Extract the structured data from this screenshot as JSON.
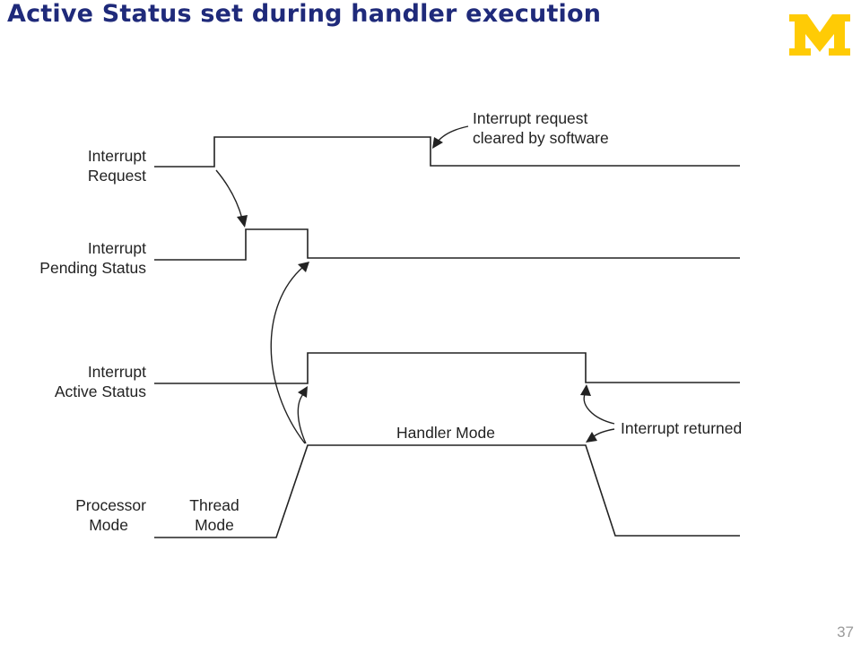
{
  "header": {
    "title": "Active Status set during handler execution",
    "logo_letter": "M",
    "logo_color": "#ffcb05"
  },
  "diagram": {
    "signals": [
      {
        "id": "irq",
        "label_line1": "Interrupt",
        "label_line2": "Request"
      },
      {
        "id": "pending",
        "label_line1": "Interrupt",
        "label_line2": "Pending Status"
      },
      {
        "id": "active",
        "label_line1": "Interrupt",
        "label_line2": "Active Status"
      },
      {
        "id": "mode",
        "label_line1": "Processor",
        "label_line2": "Mode"
      }
    ],
    "annotations": {
      "cleared_line1": "Interrupt request",
      "cleared_line2": "cleared by software",
      "handler_mode": "Handler Mode",
      "thread_line1": "Thread",
      "thread_line2": "Mode",
      "returned": "Interrupt returned"
    }
  },
  "footer": {
    "page_number": "37"
  }
}
